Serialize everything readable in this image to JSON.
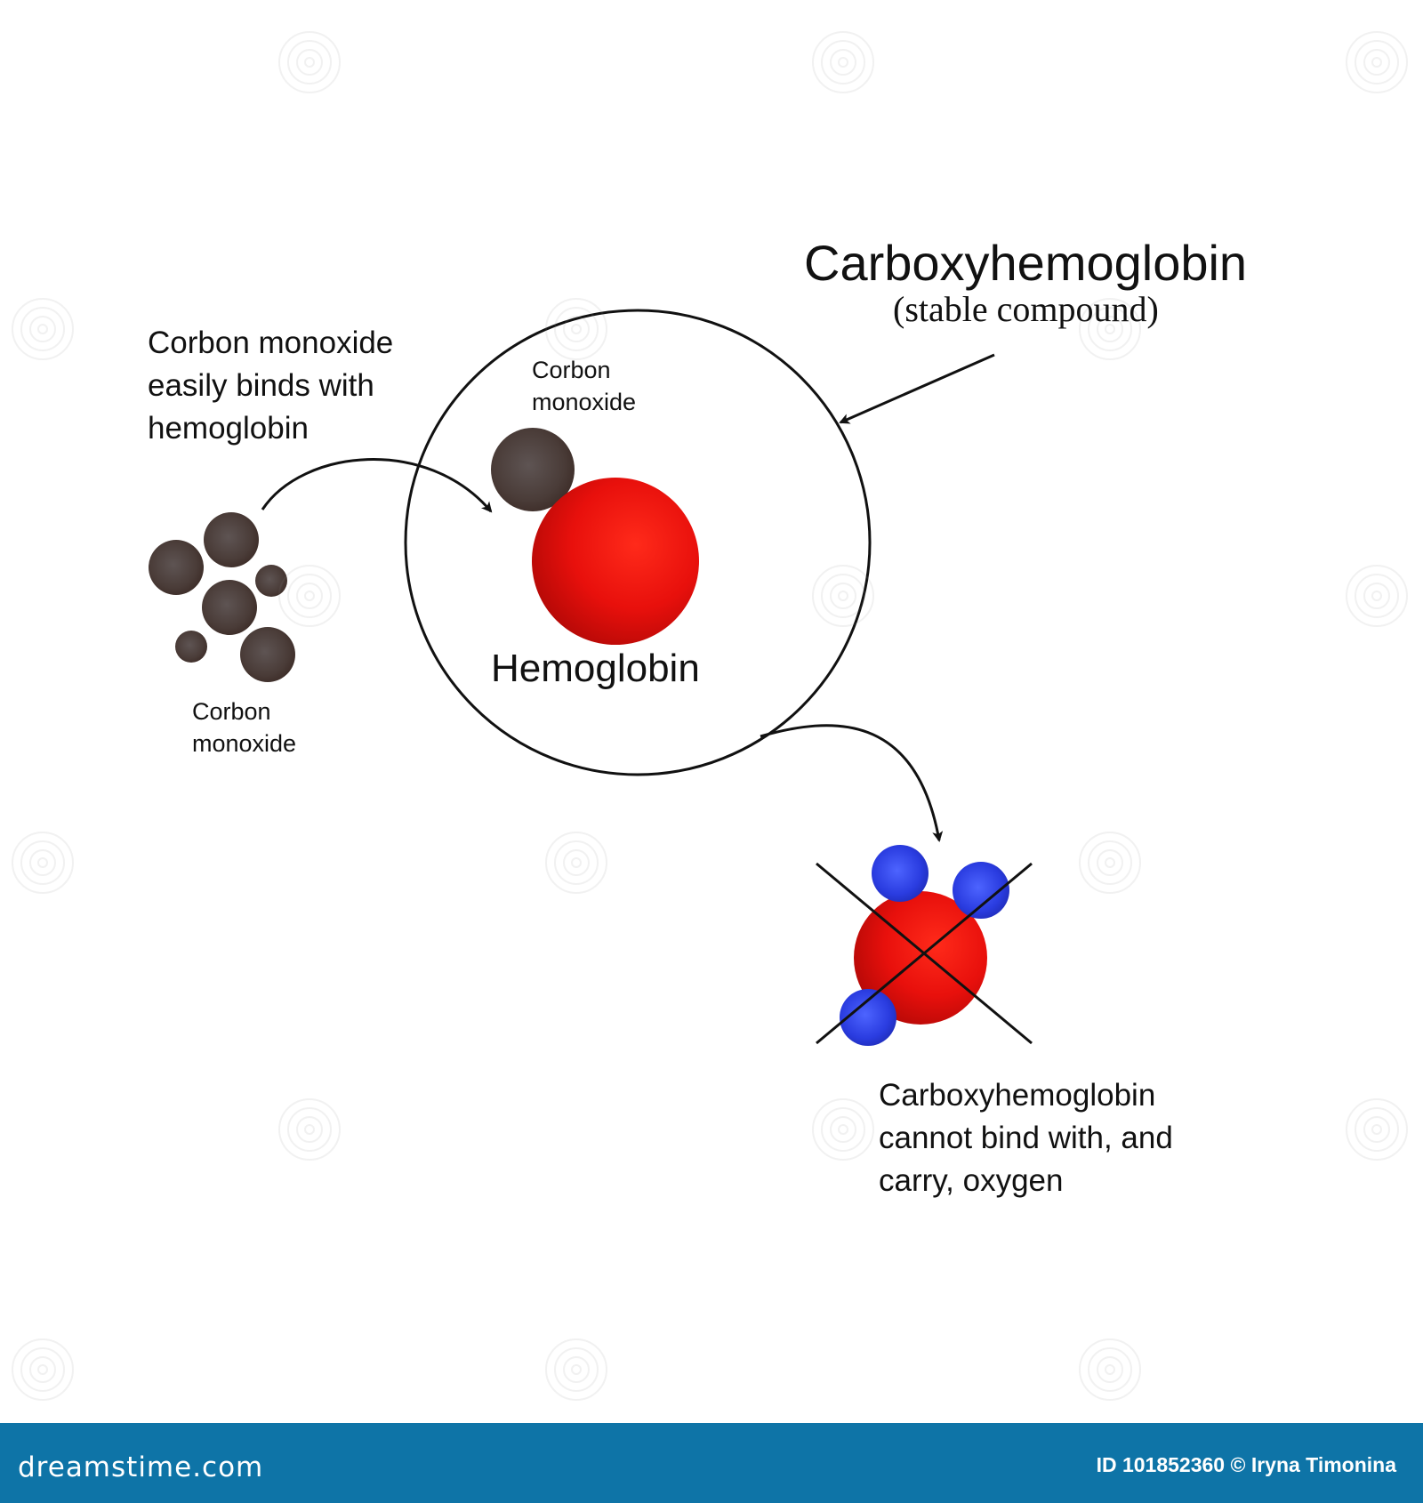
{
  "diagram": {
    "title": "Carboxyhemoglobin",
    "subtitle": "(stable compound)",
    "intro_label": "Corbon monoxide\neasily binds with\nhemoglobin",
    "inner_co_label": "Corbon\nmonoxide",
    "left_co_label": "Corbon\nmonoxide",
    "hemoglobin_label": "Hemoglobin",
    "result_label": "Carboxyhemoglobin\ncannot bind with, and\ncarry, oxygen",
    "watermark_text": "dreamstime"
  },
  "colors": {
    "co_molecule": "#4a3c38",
    "hemoglobin": "#e8100c",
    "oxygen": "#2a3ce0",
    "outline": "#111111",
    "footer": "#0e74a7"
  },
  "footer": {
    "brand": "dreamstime.com",
    "credit": "ID 101852360 © Iryna Timonina"
  }
}
